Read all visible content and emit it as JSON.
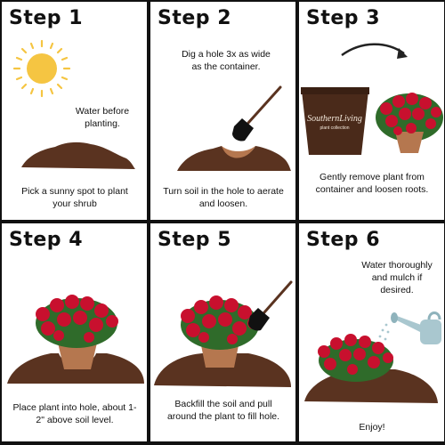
{
  "steps": [
    {
      "title": "Step 1",
      "texts": [
        "Water before planting.",
        "Pick a sunny spot to plant your shrub"
      ],
      "icons": [
        "sun-icon",
        "soil-mound-icon"
      ]
    },
    {
      "title": "Step 2",
      "texts": [
        "Dig a hole 3x as wide as the container.",
        "Turn soil in the hole to aerate and loosen."
      ],
      "icons": [
        "shovel-icon",
        "soil-hole-icon"
      ]
    },
    {
      "title": "Step 3",
      "texts": [
        "Gently remove plant from container and loosen roots."
      ],
      "icons": [
        "nursery-pot-icon",
        "curved-arrow-icon",
        "flowering-shrub-icon"
      ],
      "pot_brand": "SouthernLiving",
      "pot_subbrand": "plant collection"
    },
    {
      "title": "Step 4",
      "texts": [
        "Place plant into hole, about 1-2\" above soil level."
      ],
      "icons": [
        "flowering-shrub-icon",
        "soil-mound-icon"
      ]
    },
    {
      "title": "Step 5",
      "texts": [
        "Backfill the soil and pull around the plant to fill hole."
      ],
      "icons": [
        "flowering-shrub-icon",
        "shovel-icon",
        "soil-mound-icon"
      ]
    },
    {
      "title": "Step 6",
      "texts": [
        "Water thoroughly and mulch if desired.",
        "Enjoy!"
      ],
      "icons": [
        "watering-can-icon",
        "flowering-shrub-icon",
        "soil-mound-icon"
      ]
    }
  ],
  "colors": {
    "soil": "#5a3320",
    "soil_dark": "#3f2313",
    "sun": "#f5c542",
    "flower": "#c8102e",
    "leaf": "#2f6b2a",
    "pot": "#4a2a1a",
    "root_ball": "#b5774f",
    "watering_can": "#a9c7cf"
  }
}
